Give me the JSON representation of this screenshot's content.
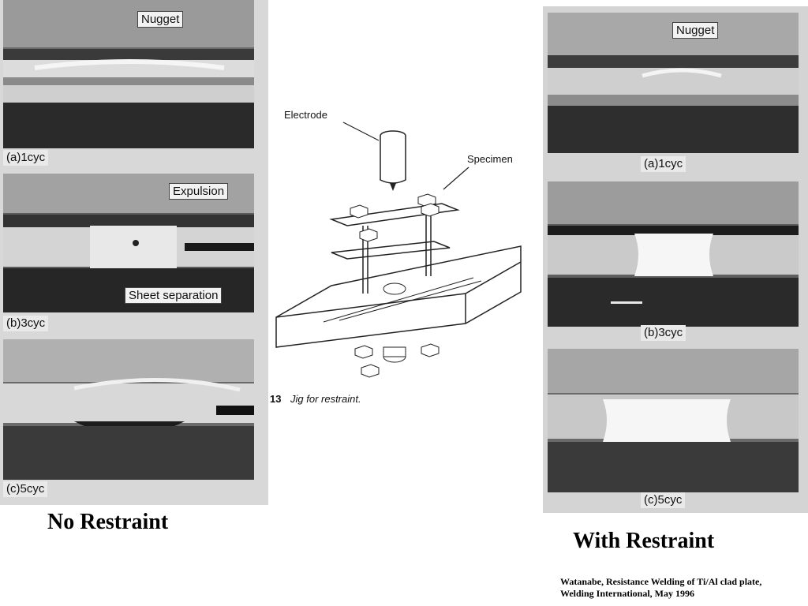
{
  "left_panel": {
    "caption": "No Restraint",
    "panels": [
      {
        "label": "(a)1cyc",
        "callout": "Nugget"
      },
      {
        "label": "(b)3cyc",
        "callouts": [
          "Expulsion",
          "Sheet separation"
        ]
      },
      {
        "label": "(c)5cyc"
      }
    ]
  },
  "center_diagram": {
    "labels": {
      "electrode": "Electrode",
      "specimen": "Specimen"
    },
    "figure_number": "13",
    "figure_caption": "Jig for restraint."
  },
  "right_panel": {
    "caption": "With Restraint",
    "panels": [
      {
        "label": "(a)1cyc",
        "callout": "Nugget"
      },
      {
        "label": "(b)3cyc"
      },
      {
        "label": "(c)5cyc"
      }
    ]
  },
  "citation": {
    "line1": "Watanabe, Resistance Welding of Ti/Al clad plate,",
    "line2": "Welding International, May 1996"
  }
}
